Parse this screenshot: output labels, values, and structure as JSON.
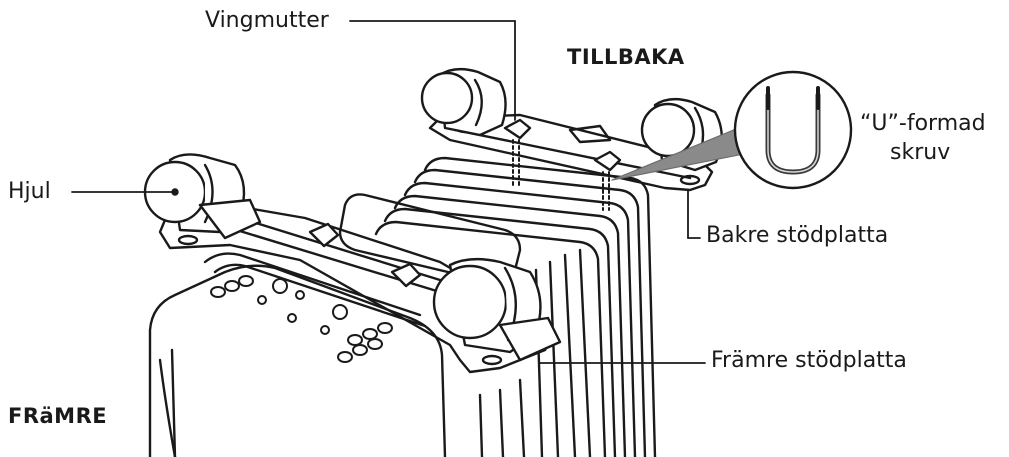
{
  "labels": {
    "wing_nut": "Vingmutter",
    "back": "TILLBAKA",
    "u_shaped_line1": "“U”-formad",
    "u_shaped_line2": "skruv",
    "wheel": "Hjul",
    "rear_plate": "Bakre stödplatta",
    "front_plate": "Främre stödplatta",
    "front": "FRäMRE"
  },
  "colors": {
    "line": "#1a1a1a",
    "background": "#ffffff"
  }
}
